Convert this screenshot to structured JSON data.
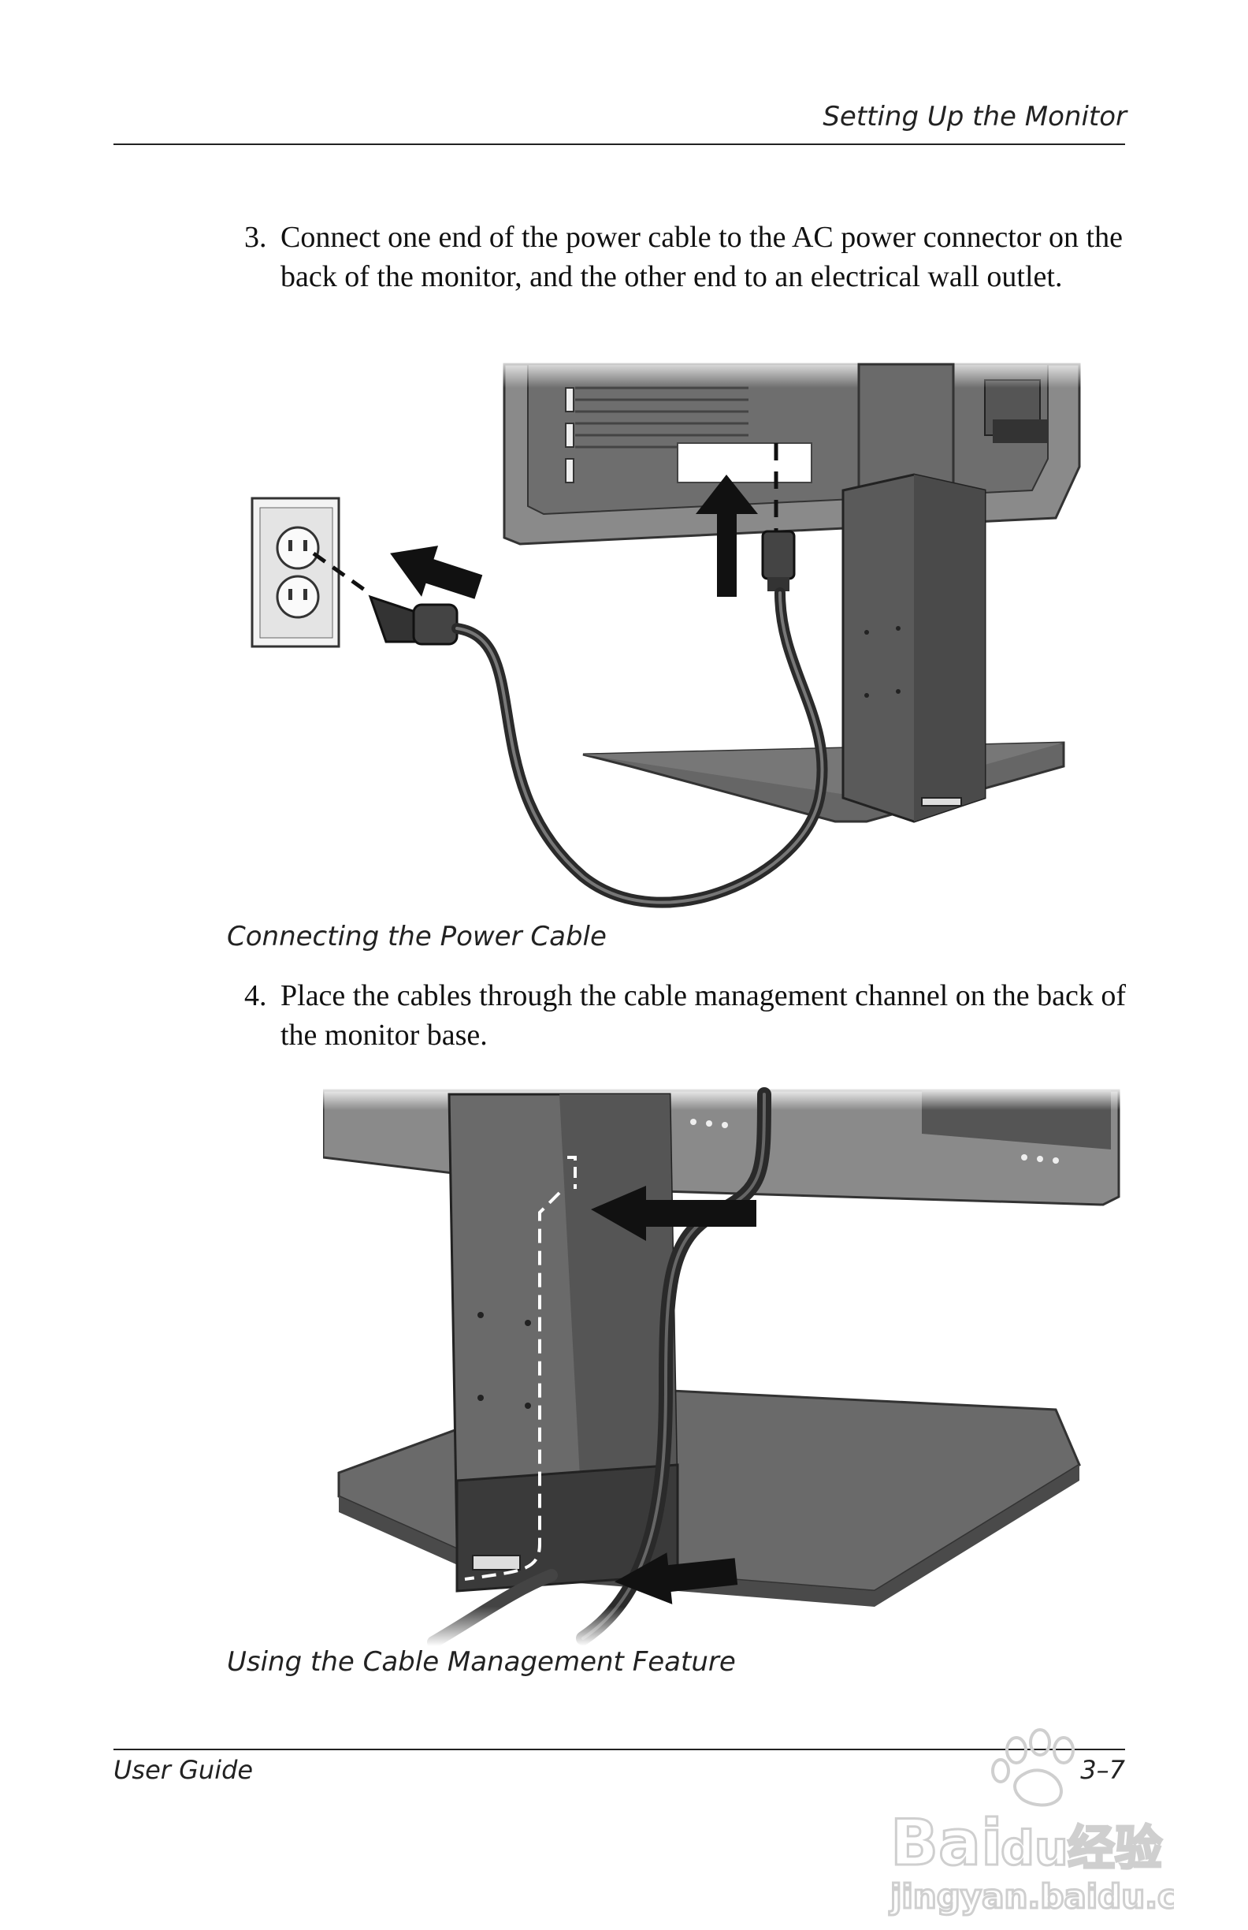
{
  "header": {
    "title": "Setting Up the Monitor"
  },
  "steps": [
    {
      "number": "3.",
      "text": "Connect one end of the power cable to the AC power connector on the back of the monitor, and the other end to an electrical wall outlet."
    },
    {
      "number": "4.",
      "text": "Place the cables through the cable management channel on the back of the monitor base."
    }
  ],
  "figures": [
    {
      "caption": "Connecting the Power Cable"
    },
    {
      "caption": "Using the Cable Management Feature"
    }
  ],
  "footer": {
    "left": "User Guide",
    "right": "3–7"
  },
  "watermark": {
    "brand": "Bai",
    "brand_suffix": "du",
    "cn": "经验",
    "url": "jingyan.baidu.com"
  }
}
